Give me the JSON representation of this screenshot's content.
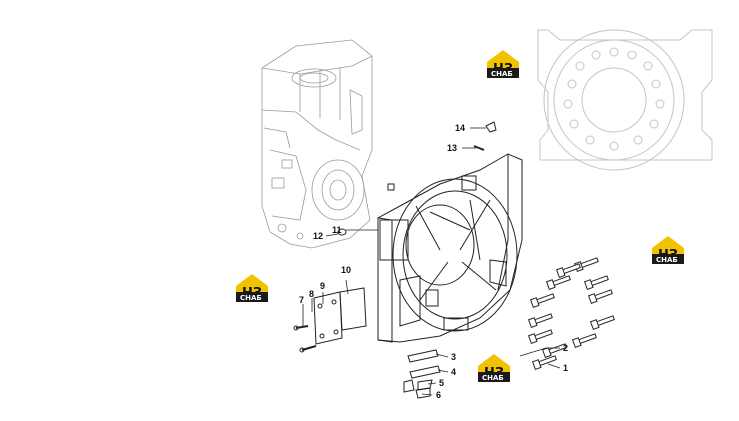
{
  "diagram": {
    "watermark_text": "СНАБ",
    "watermark_mark": "НЗ",
    "callouts": [
      {
        "id": "1",
        "label": "1"
      },
      {
        "id": "2",
        "label": "2"
      },
      {
        "id": "3",
        "label": "3"
      },
      {
        "id": "4",
        "label": "4"
      },
      {
        "id": "5",
        "label": "5"
      },
      {
        "id": "6",
        "label": "6"
      },
      {
        "id": "7",
        "label": "7"
      },
      {
        "id": "8",
        "label": "8"
      },
      {
        "id": "9",
        "label": "9"
      },
      {
        "id": "10",
        "label": "10"
      },
      {
        "id": "11",
        "label": "11"
      },
      {
        "id": "12",
        "label": "12"
      },
      {
        "id": "13",
        "label": "13"
      },
      {
        "id": "14",
        "label": "14"
      }
    ],
    "colors": {
      "line": "#222222",
      "faint_line": "#bdbdbd",
      "badge_yellow": "#f2c200",
      "badge_dark": "#1a1a1a"
    }
  }
}
